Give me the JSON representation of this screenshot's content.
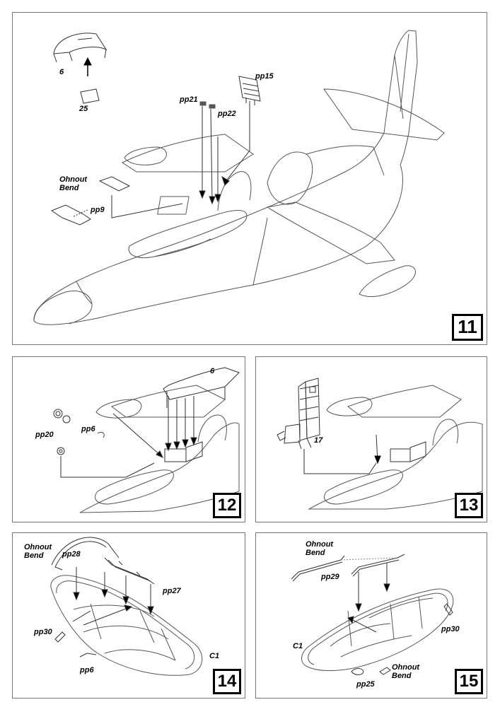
{
  "steps": {
    "s11": "11",
    "s12": "12",
    "s13": "13",
    "s14": "14",
    "s15": "15"
  },
  "labels": {
    "p11_part6": "6",
    "p11_part25": "25",
    "p11_pp21": "pp21",
    "p11_pp22": "pp22",
    "p11_pp15": "pp15",
    "p11_ohnout": "Ohnout",
    "p11_bend": "Bend",
    "p11_pp9": "pp9",
    "p12_part6": "6",
    "p12_pp20": "pp20",
    "p12_pp6": "pp6",
    "p13_part17": "17",
    "p14_ohnout": "Ohnout",
    "p14_bend": "Bend",
    "p14_pp28": "pp28",
    "p14_pp27": "pp27",
    "p14_pp30": "pp30",
    "p14_c1": "C1",
    "p14_pp6": "pp6",
    "p15_ohnout": "Ohnout",
    "p15_bend": "Bend",
    "p15_pp29": "pp29",
    "p15_pp30": "pp30",
    "p15_c1": "C1",
    "p15_pp25": "pp25",
    "p15_ohnout2": "Ohnout",
    "p15_bend2": "Bend"
  },
  "colors": {
    "line": "#555555",
    "ink": "#000000",
    "fill": "#ffffff"
  }
}
